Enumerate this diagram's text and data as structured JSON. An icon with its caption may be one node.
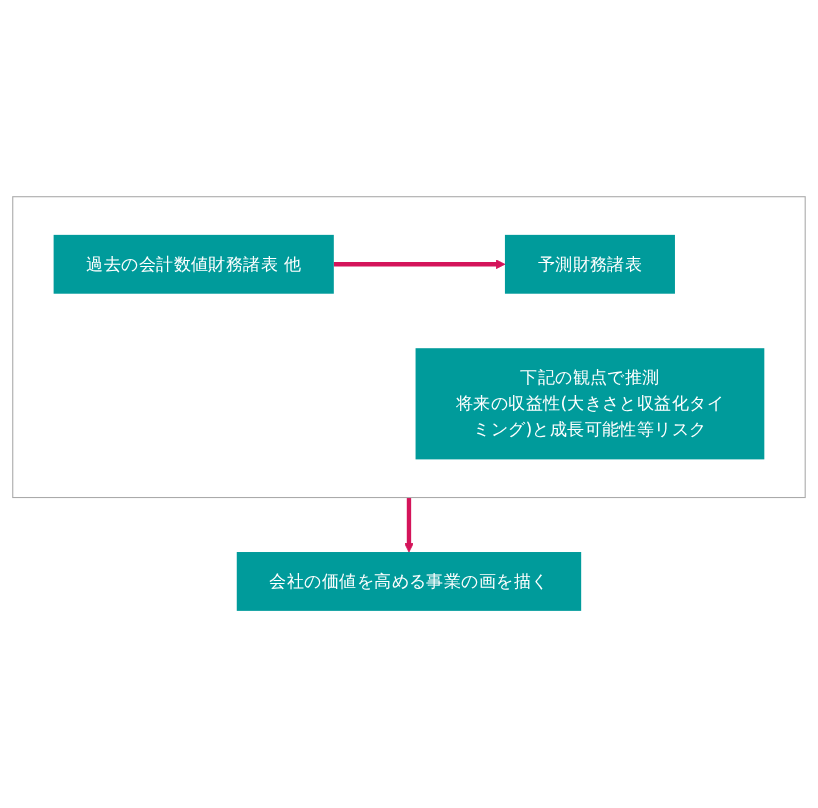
{
  "diagram": {
    "nodes": [
      {
        "text": [],
        "shape": "box"
      },
      {
        "text": [
          "過去の会計数値財務諸表 他"
        ],
        "in": 0
      },
      {
        "text": [
          "予測財務諸表"
        ],
        "in": 0
      },
      {
        "text": [
          "下記の観点で推測",
          "将来の収益性(大きさと収益化タイミング)と成長可能性等リスク"
        ],
        "in": 0
      },
      {
        "text": [
          "会社の価値を高める事業の画を描く"
        ]
      }
    ],
    "edges": [
      {
        "from": 1,
        "to": 2,
        "arrow": "to"
      },
      {
        "from": 0,
        "to": 4,
        "arrow": "to"
      }
    ]
  }
}
